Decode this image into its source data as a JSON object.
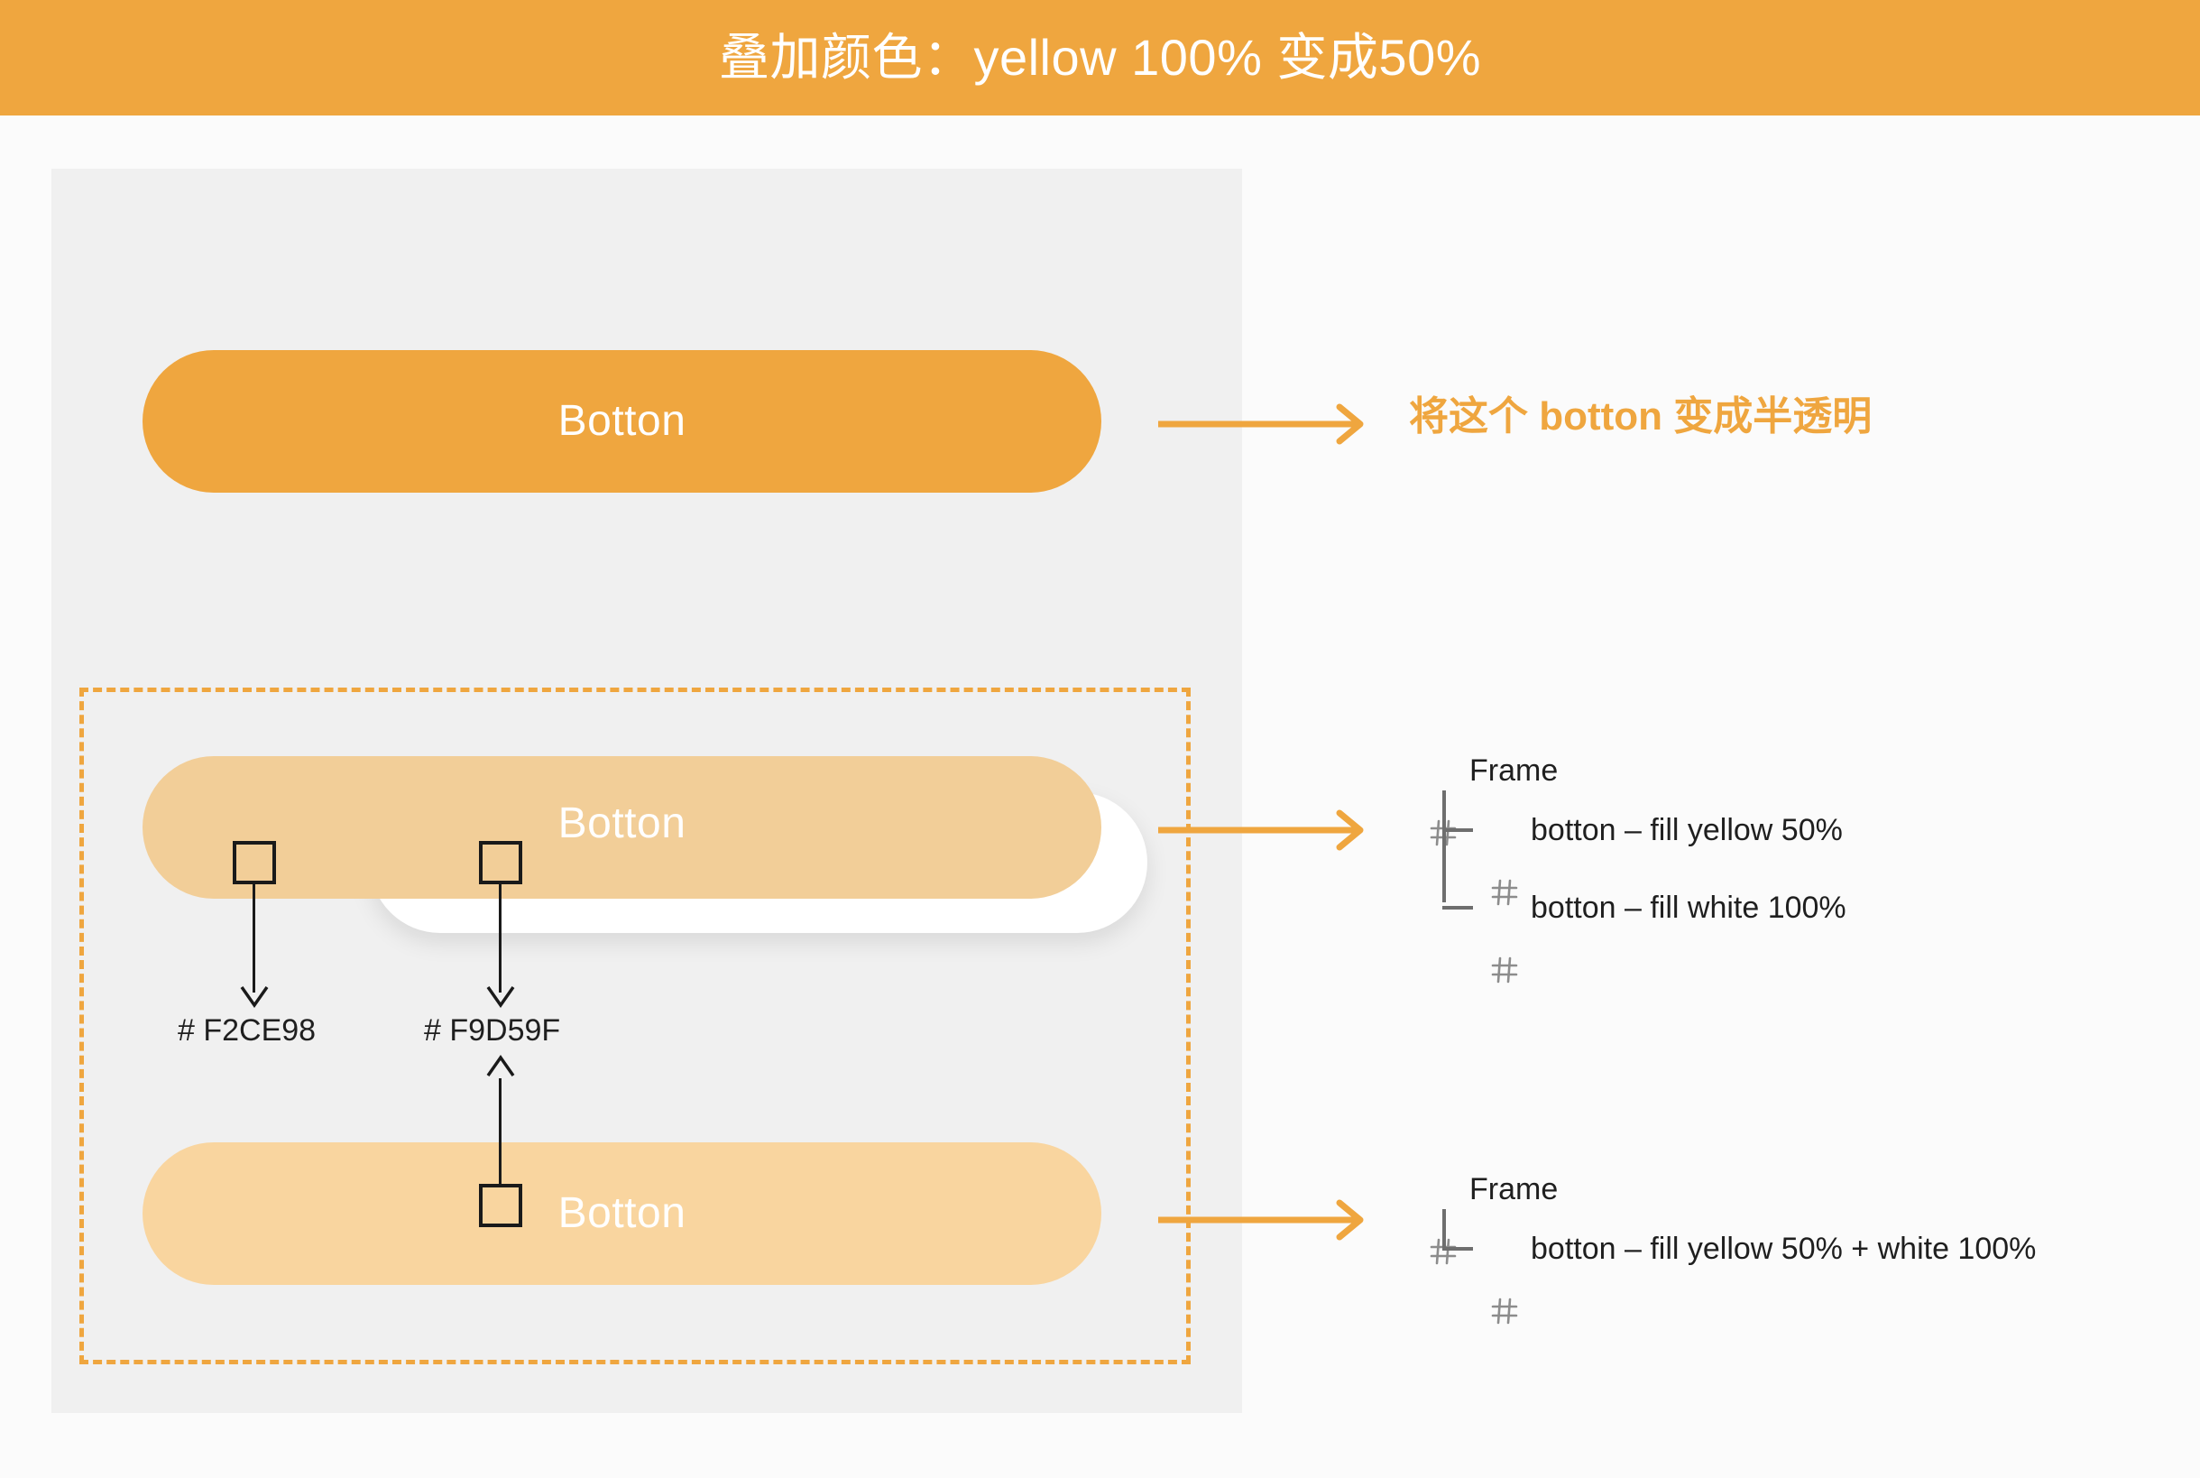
{
  "banner": {
    "title": "叠加颜色：yellow 100% 变成50%"
  },
  "canvas": {
    "buttons": {
      "solid": {
        "label": "Botton",
        "fill": "#EFA63F",
        "note": "yellow 100%"
      },
      "yellow50": {
        "label": "Botton",
        "fill": "#F2CE98",
        "note": "yellow 50%"
      },
      "white": {
        "label": "",
        "fill": "#FFFFFF",
        "note": "white 100%"
      },
      "merged": {
        "label": "Botton",
        "fill": "#F9D59F",
        "note": "yellow 50% + white 100%"
      }
    },
    "swatches": [
      {
        "name": "swatch-yellow-over-grey",
        "hex_label": "# F2CE98",
        "hex": "#F2CE98"
      },
      {
        "name": "swatch-yellow-over-white",
        "hex_label": "# F9D59F",
        "hex": "#F9D59F"
      }
    ]
  },
  "annotations": {
    "callout": "将这个 botton 变成半透明",
    "accent_color": "#EFA63F"
  },
  "layer_trees": [
    {
      "root": "Frame",
      "children": [
        "botton – fill yellow 50%",
        "botton – fill white 100%"
      ]
    },
    {
      "root": "Frame",
      "children": [
        "botton – fill yellow 50% + white 100%"
      ]
    }
  ],
  "icons": {
    "frame": "frame-hash-icon",
    "arrow_right": "arrow-right-icon",
    "arrow_down": "arrow-down-icon",
    "arrow_up": "arrow-up-icon"
  }
}
